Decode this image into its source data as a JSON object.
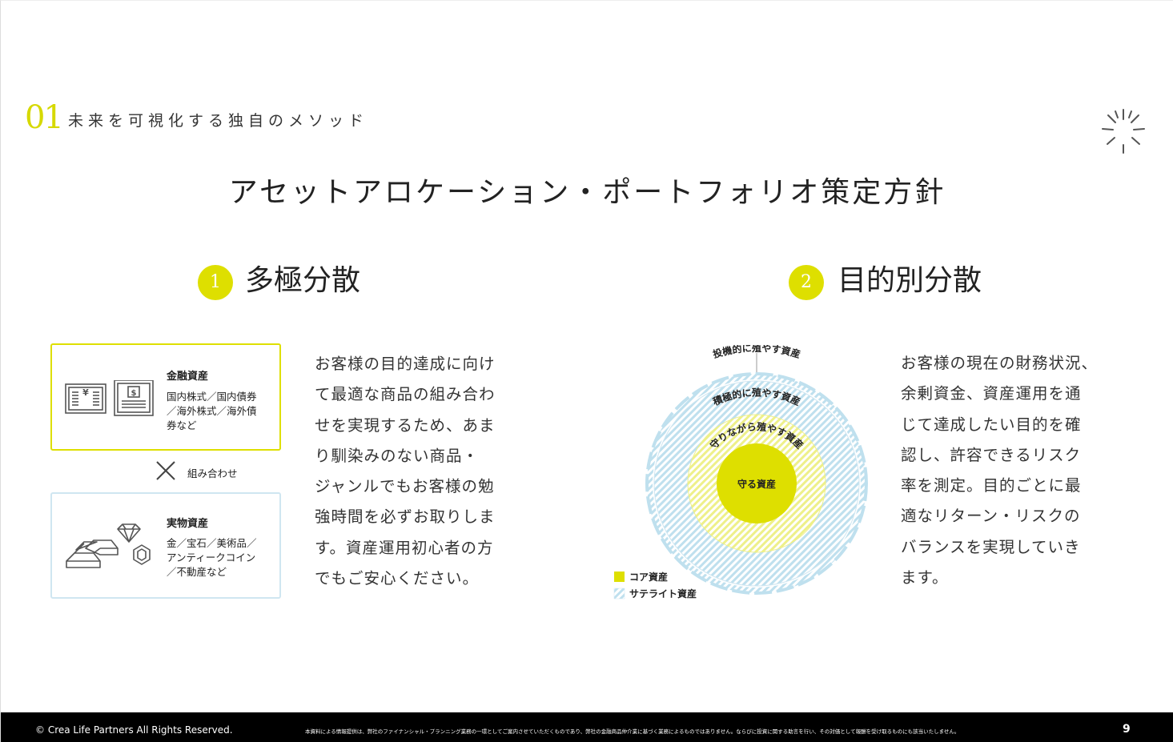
{
  "header": {
    "section_number": "01",
    "section_title": "未来を可視化する独自のメソッド"
  },
  "main_title": "アセットアロケーション・ポートフォリオ策定方針",
  "left_section": {
    "badge": "1",
    "title": "多極分散",
    "financial_card": {
      "title": "金融資産",
      "lines": [
        "国内株式／国内債券",
        "／海外株式／海外債",
        "券など"
      ],
      "icons": [
        "yen-bill-icon",
        "dollar-bill-icon"
      ]
    },
    "combine_label": "組み合わせ",
    "physical_card": {
      "title": "実物資産",
      "lines": [
        "金／宝石／美術品／",
        "アンティークコイン",
        "／不動産など"
      ],
      "icons": [
        "gold-bars-icon",
        "diamond-icon",
        "gemstone-icon"
      ]
    },
    "body_lines": [
      "お客様の目的達成に向け",
      "て最適な商品の組み合わ",
      "せを実現するため、あま",
      "り馴染みのない商品・",
      "ジャンルでもお客様の勉",
      "強時間を必ずお取りしま",
      "す。資産運用初心者の方",
      "でもご安心ください。"
    ]
  },
  "right_section": {
    "badge": "2",
    "title": "目的別分散",
    "diagram": {
      "outer_label": "投機的に殖やす資産",
      "ring2_label": "積極的に殖やす資産",
      "ring1_label": "守りながら殖やす資産",
      "core_label": "守る資産",
      "legend": [
        {
          "label": "コア資産",
          "color": "#dedf00"
        },
        {
          "label": "サテライト資産",
          "color": "#bfe0ee"
        }
      ]
    },
    "body_lines": [
      "お客様の現在の財務状況、",
      "余剰資金、資産運用を通",
      "じて達成したい目的を確",
      "認し、許容できるリスク",
      "率を測定。目的ごとに最",
      "適なリターン・リスクの",
      "バランスを実現していき",
      "ます。"
    ]
  },
  "footer": {
    "copyright": "© Crea Life Partners All Rights Reserved.",
    "note": "本資料による情報提供は、弊社のファイナンシャル・プランニング業務の一環としてご案内させていただくものであり、弊社の金融商品仲介業に基づく業務によるものではありません。ならびに投資に関する助言を行い、その対価として報酬を受け取るものにも該当いたしません。",
    "page_number": "9"
  },
  "colors": {
    "accent": "#dedf00",
    "satellite": "#bfe0ee"
  }
}
